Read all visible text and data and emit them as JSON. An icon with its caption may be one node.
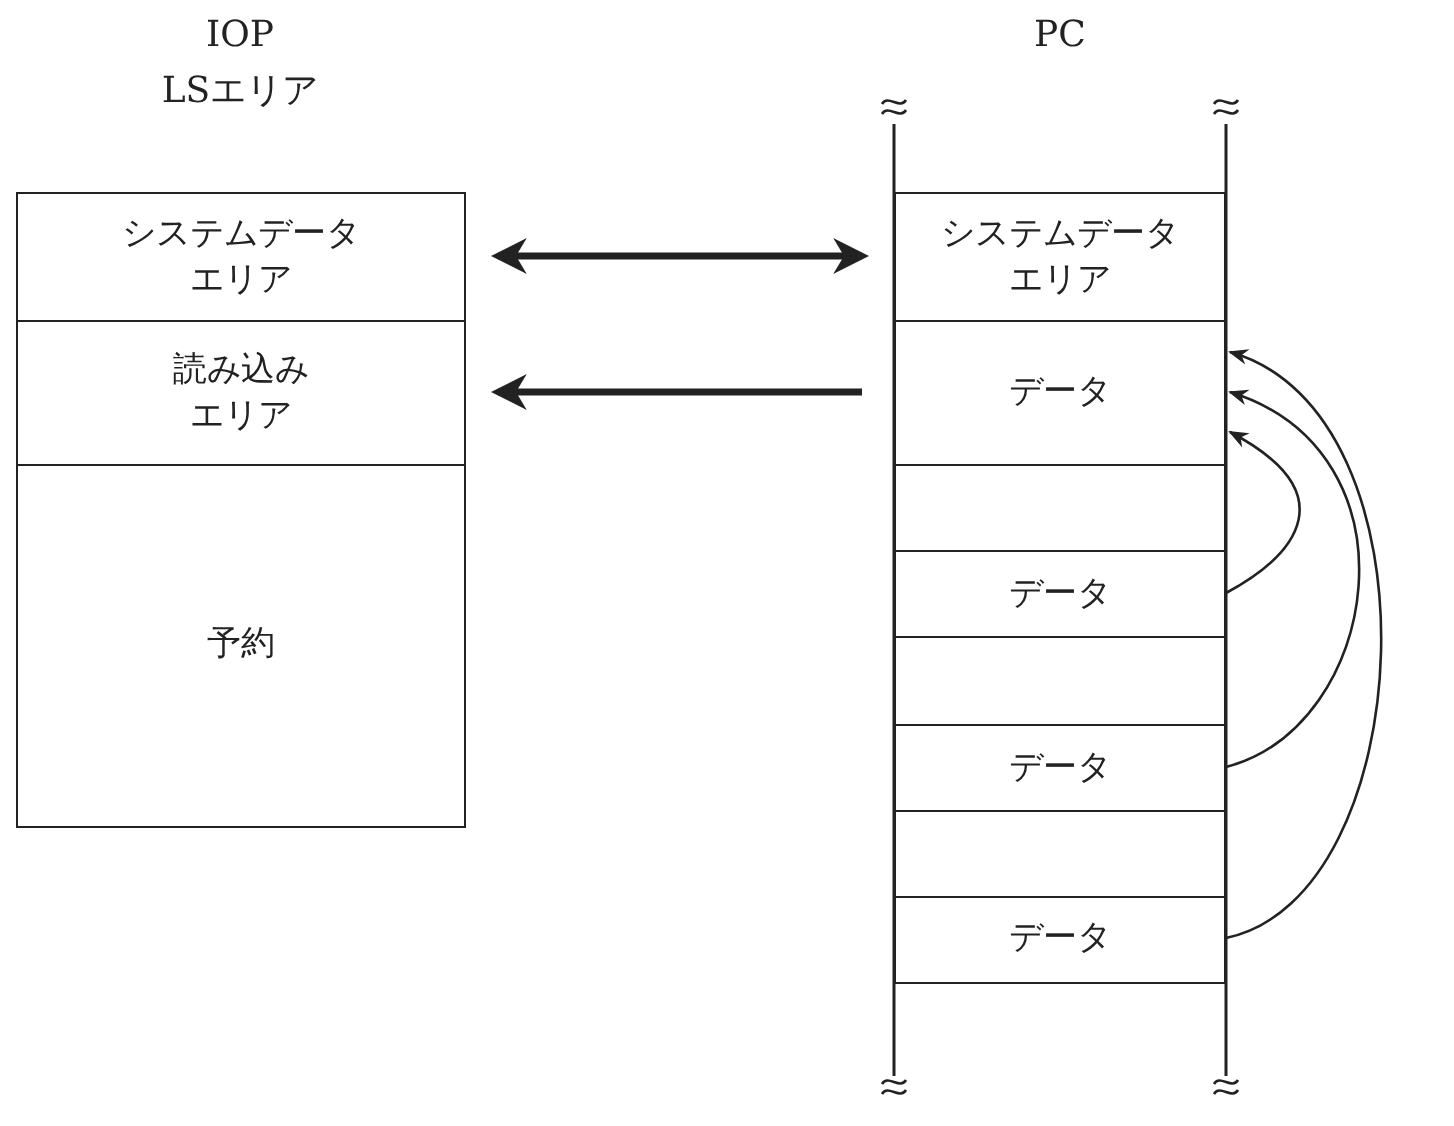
{
  "diagram": {
    "nodes": [
      {
        "text": [
          "システムデータエリア"
        ]
      },
      {
        "text": [
          "読み込みエリア"
        ]
      },
      {
        "text": [
          "予約"
        ]
      },
      {
        "text": [
          "システムデータエリア"
        ]
      },
      {
        "text": [
          "データ"
        ]
      },
      {
        "text": [],
        "shape": "box"
      },
      {
        "text": [
          "データ"
        ]
      },
      {
        "text": [],
        "shape": "box"
      },
      {
        "text": [
          "データ"
        ]
      },
      {
        "text": [],
        "shape": "box"
      },
      {
        "text": [
          "データ"
        ]
      }
    ],
    "edges": [
      {
        "from": 0,
        "to": 3,
        "arrow": "both",
        "style": "thick"
      },
      {
        "from": 4,
        "to": 1,
        "arrow": "to",
        "style": "thick"
      },
      {
        "from": 6,
        "to": 4,
        "arrow": "to"
      },
      {
        "from": 8,
        "to": 4,
        "arrow": "to"
      },
      {
        "from": 10,
        "to": 4,
        "arrow": "to"
      }
    ],
    "labels": [
      "IOP LSエリア",
      "PC"
    ]
  }
}
